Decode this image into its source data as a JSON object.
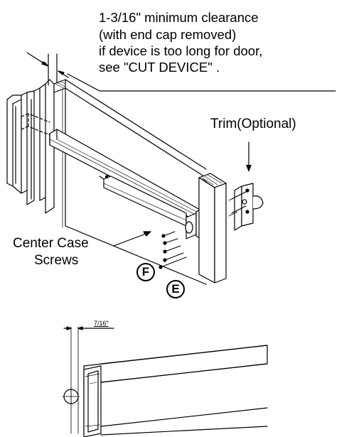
{
  "note": {
    "line1": "1-3/16\" minimum clearance",
    "line2": "(with end cap removed)",
    "line3": "if device is too long for door,",
    "line4": "see \"CUT DEVICE\" ."
  },
  "trim_label": "Trim(Optional)",
  "center_case": {
    "line1": "Center Case",
    "line2": "Screws"
  },
  "markers": {
    "f": "F",
    "e": "E"
  },
  "detail_dimension": "7/16\""
}
